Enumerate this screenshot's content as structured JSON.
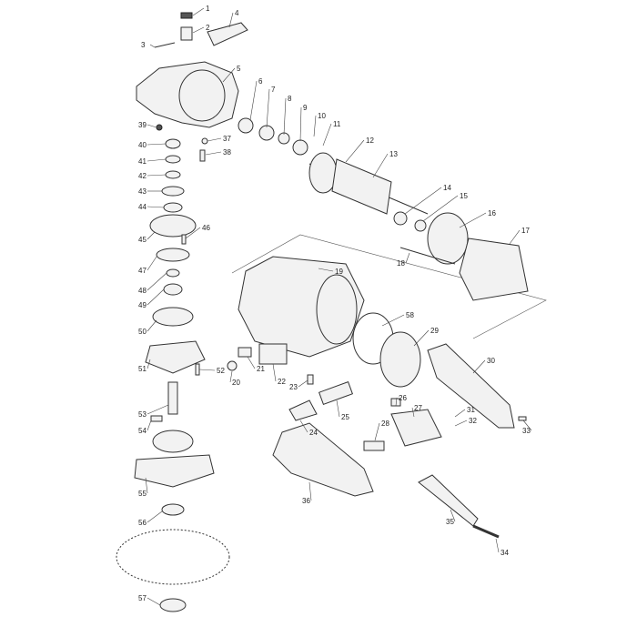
{
  "diagram": {
    "title": "Angle grinder exploded parts diagram",
    "part_numbers": [
      "1",
      "2",
      "3",
      "4",
      "5",
      "6",
      "7",
      "8",
      "9",
      "10",
      "11",
      "12",
      "13",
      "14",
      "15",
      "16",
      "17",
      "18",
      "19",
      "20",
      "21",
      "22",
      "23",
      "24",
      "25",
      "26",
      "27",
      "28",
      "29",
      "30",
      "31",
      "32",
      "33",
      "34",
      "35",
      "36",
      "37",
      "38",
      "39",
      "40",
      "41",
      "42",
      "43",
      "44",
      "45",
      "46",
      "47",
      "48",
      "49",
      "50",
      "51",
      "52",
      "53",
      "54",
      "55",
      "56",
      "57",
      "58"
    ]
  }
}
